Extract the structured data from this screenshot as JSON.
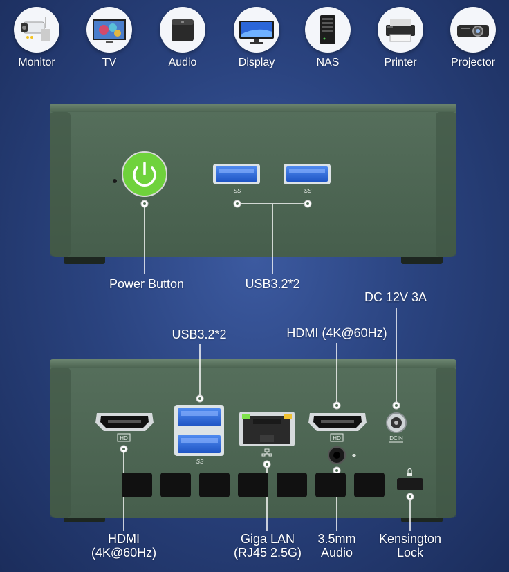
{
  "devices": [
    {
      "label": "Monitor",
      "icon": "security-camera-icon"
    },
    {
      "label": "TV",
      "icon": "tv-icon"
    },
    {
      "label": "Audio",
      "icon": "speaker-icon"
    },
    {
      "label": "Display",
      "icon": "display-icon"
    },
    {
      "label": "NAS",
      "icon": "nas-icon"
    },
    {
      "label": "Printer",
      "icon": "printer-icon"
    },
    {
      "label": "Projector",
      "icon": "projector-icon"
    }
  ],
  "front": {
    "power_label": "Power Button",
    "usb_label": "USB3.2*2",
    "usb_logo": "SS"
  },
  "rear": {
    "usb_label": "USB3.2*2",
    "hdmi_right_label": "HDMI (4K@60Hz)",
    "dc_label": "DC 12V 3A",
    "dc_port_text": "DCIN",
    "hd_badge": "HD",
    "hdmi_left_label_line1": "HDMI",
    "hdmi_left_label_line2": "(4K@60Hz)",
    "lan_label_line1": "Giga LAN",
    "lan_label_line2": "(RJ45 2.5G)",
    "audio_label_line1": "3.5mm",
    "audio_label_line2": "Audio",
    "lock_label_line1": "Kensington",
    "lock_label_line2": "Lock"
  },
  "colors": {
    "chassis": "#4b6552",
    "chassis_dark": "#34493a",
    "power_green": "#6fd23c",
    "usb_blue": "#2f6fe0"
  }
}
